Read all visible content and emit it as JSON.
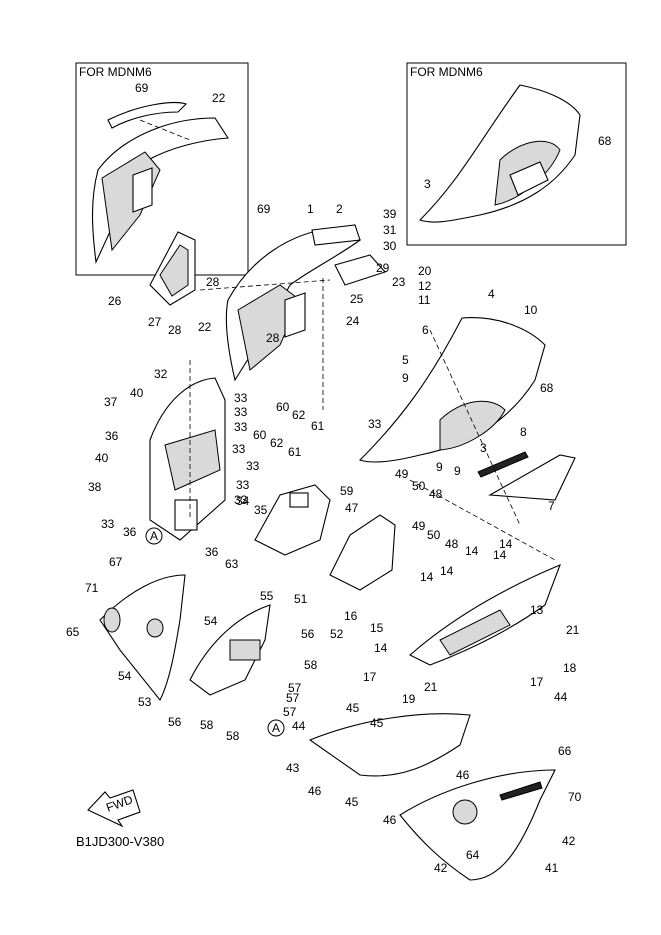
{
  "insets": [
    {
      "title": "FOR MDNM6"
    },
    {
      "title": "FOR MDNM6"
    }
  ],
  "callouts": [
    "69",
    "22",
    "68",
    "3",
    "1",
    "2",
    "39",
    "31",
    "30",
    "69",
    "29",
    "23",
    "25",
    "24",
    "20",
    "12",
    "11",
    "4",
    "10",
    "26",
    "28",
    "27",
    "28",
    "22",
    "28",
    "6",
    "5",
    "9",
    "68",
    "32",
    "33",
    "33",
    "33",
    "40",
    "37",
    "60",
    "62",
    "61",
    "33",
    "36",
    "33",
    "60",
    "62",
    "61",
    "33",
    "3",
    "8",
    "9",
    "40",
    "33",
    "38",
    "33",
    "34",
    "35",
    "59",
    "9",
    "7",
    "49",
    "50",
    "48",
    "33",
    "36",
    "36",
    "63",
    "47",
    "49",
    "50",
    "48",
    "14",
    "14",
    "14",
    "14",
    "14",
    "13",
    "67",
    "71",
    "65",
    "55",
    "54",
    "56",
    "58",
    "54",
    "57",
    "57",
    "53",
    "56",
    "58",
    "58",
    "57",
    "51",
    "52",
    "16",
    "15",
    "21",
    "14",
    "18",
    "17",
    "17",
    "21",
    "44",
    "19",
    "45",
    "45",
    "44",
    "43",
    "46",
    "46",
    "45",
    "46",
    "66",
    "70",
    "42",
    "64",
    "42",
    "41"
  ],
  "diagram_code": "B1JD300-V380",
  "direction_marker": "FWD",
  "reference_mark": "A"
}
